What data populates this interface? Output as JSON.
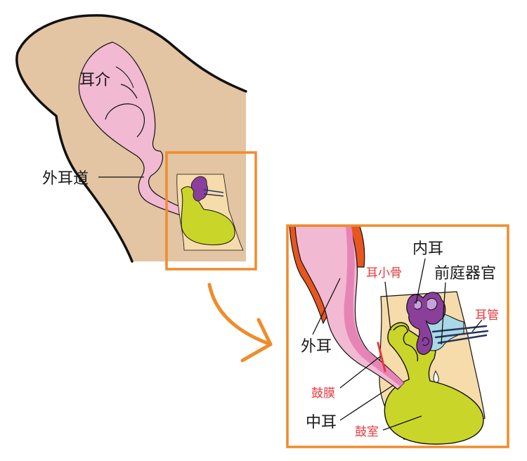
{
  "labels": {
    "auricle": "耳介",
    "external_canal": "外耳道",
    "outer_ear": "外耳",
    "inner_ear": "内耳",
    "ossicles": "耳小骨",
    "vestibular_organ": "前庭器官",
    "ear_tube": "耳管",
    "eardrum": "鼓膜",
    "middle_ear": "中耳",
    "tympanic_cavity": "鼓室"
  },
  "colors": {
    "skin": "#e3c4a3",
    "pink": "#f2b9d2",
    "pink_dark": "#e685b5",
    "orange_red": "#e8551f",
    "yellow_green": "#c9d629",
    "purple": "#8a3f9b",
    "light_blue": "#a9d8e6",
    "navy": "#27335d",
    "beige": "#f6dcab",
    "frame_orange": "#ef8c2b",
    "red_text": "#e8383d"
  }
}
